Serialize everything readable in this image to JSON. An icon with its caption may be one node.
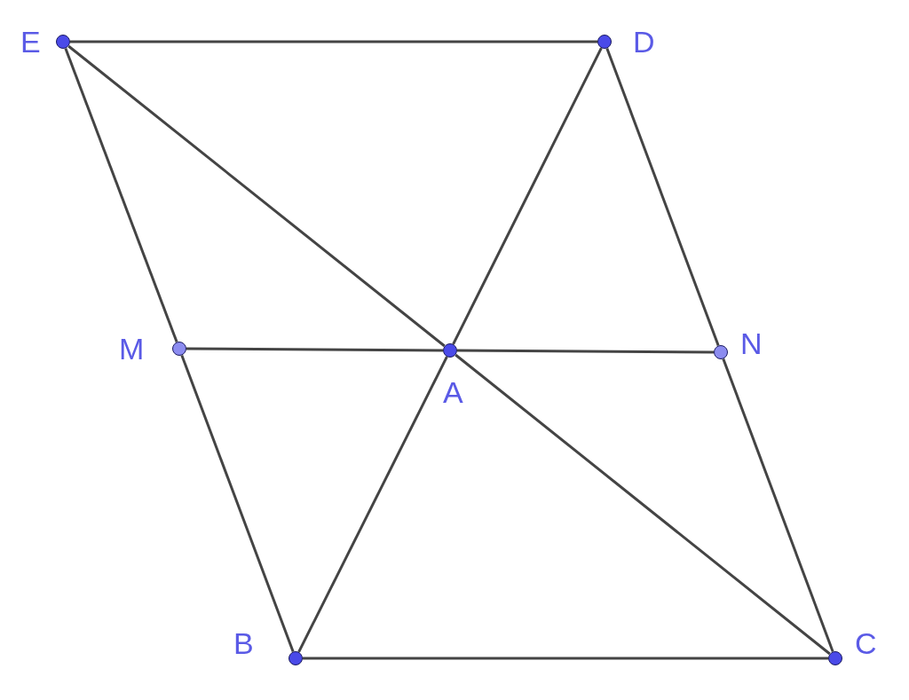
{
  "diagram": {
    "nodes": [
      {
        "text": [],
        "shape": "circle",
        "beside": [
          "E"
        ]
      },
      {
        "text": [],
        "shape": "circle",
        "beside": [
          "D"
        ]
      },
      {
        "text": [],
        "shape": "circle",
        "beside": [
          "M"
        ]
      },
      {
        "text": [],
        "shape": "circle",
        "beside": [
          "A"
        ]
      },
      {
        "text": [],
        "shape": "circle",
        "beside": [
          "N"
        ]
      },
      {
        "text": [],
        "shape": "circle",
        "beside": [
          "B"
        ]
      },
      {
        "text": [],
        "shape": "circle",
        "beside": [
          "C"
        ]
      }
    ],
    "edges": [
      {
        "from": 0,
        "to": 1,
        "arrow": "none"
      },
      {
        "from": 0,
        "to": 2,
        "arrow": "none"
      },
      {
        "from": 2,
        "to": 5,
        "arrow": "none"
      },
      {
        "from": 5,
        "to": 6,
        "arrow": "none"
      },
      {
        "from": 6,
        "to": 4,
        "arrow": "none"
      },
      {
        "from": 4,
        "to": 1,
        "arrow": "none"
      },
      {
        "from": 0,
        "to": 3,
        "arrow": "none"
      },
      {
        "from": 3,
        "to": 6,
        "arrow": "none"
      },
      {
        "from": 1,
        "to": 3,
        "arrow": "none"
      },
      {
        "from": 3,
        "to": 5,
        "arrow": "none"
      },
      {
        "from": 2,
        "to": 3,
        "arrow": "none"
      },
      {
        "from": 3,
        "to": 4,
        "arrow": "none"
      }
    ]
  }
}
